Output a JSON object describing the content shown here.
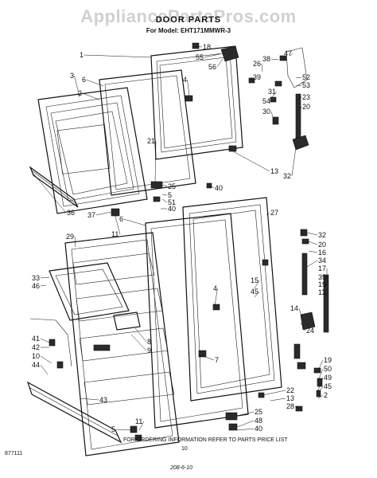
{
  "watermark": "AppliancePartsPros.com",
  "title": "DOOR PARTS",
  "model_line": "For Model: EHT171MMWR-3",
  "footer": {
    "ordering_note": "FOR ORDERING INFORMATION REFER TO PARTS PRICE LIST",
    "page_number": "10",
    "doc_code": "877111",
    "handwritten": "208-6-10"
  },
  "part_callouts": [
    "1",
    "2",
    "3",
    "4",
    "5",
    "6",
    "7",
    "8",
    "9",
    "10",
    "11",
    "12",
    "13",
    "14",
    "15",
    "16",
    "17",
    "18",
    "19",
    "20",
    "21",
    "22",
    "23",
    "24",
    "25",
    "26",
    "27",
    "28",
    "29",
    "30",
    "31",
    "32",
    "33",
    "34",
    "35",
    "36",
    "37",
    "38",
    "39",
    "40",
    "41",
    "42",
    "43",
    "44",
    "45",
    "46",
    "47",
    "48",
    "49",
    "50",
    "51",
    "52",
    "53",
    "54",
    "55",
    "56"
  ]
}
